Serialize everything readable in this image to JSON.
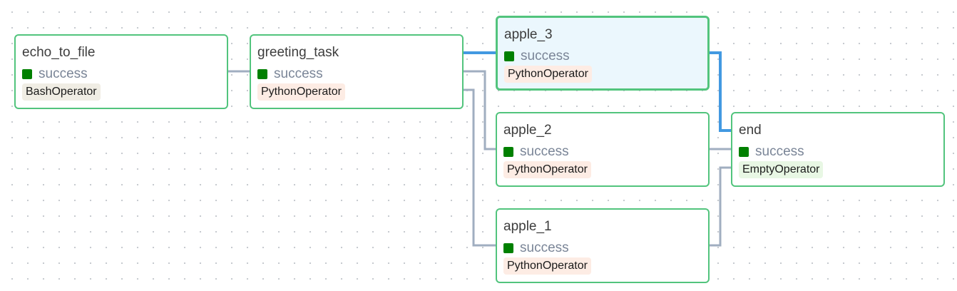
{
  "colors": {
    "success": "#008000",
    "border": "#52c47d",
    "edge_default": "#a0aec0",
    "edge_highlight": "#4299e1",
    "op_bash": "#f0ede4",
    "op_python": "#fdece4",
    "op_empty": "#e8f7e4"
  },
  "tasks": {
    "echo_to_file": {
      "name": "echo_to_file",
      "state": "success",
      "operator": "BashOperator"
    },
    "greeting_task": {
      "name": "greeting_task",
      "state": "success",
      "operator": "PythonOperator"
    },
    "apple_3": {
      "name": "apple_3",
      "state": "success",
      "operator": "PythonOperator",
      "selected": true
    },
    "apple_2": {
      "name": "apple_2",
      "state": "success",
      "operator": "PythonOperator"
    },
    "apple_1": {
      "name": "apple_1",
      "state": "success",
      "operator": "PythonOperator"
    },
    "end": {
      "name": "end",
      "state": "success",
      "operator": "EmptyOperator"
    }
  },
  "edges": [
    {
      "from": "echo_to_file",
      "to": "greeting_task",
      "highlighted": false
    },
    {
      "from": "greeting_task",
      "to": "apple_3",
      "highlighted": true
    },
    {
      "from": "greeting_task",
      "to": "apple_2",
      "highlighted": false
    },
    {
      "from": "greeting_task",
      "to": "apple_1",
      "highlighted": false
    },
    {
      "from": "apple_3",
      "to": "end",
      "highlighted": true
    },
    {
      "from": "apple_2",
      "to": "end",
      "highlighted": false
    },
    {
      "from": "apple_1",
      "to": "end",
      "highlighted": false
    }
  ]
}
